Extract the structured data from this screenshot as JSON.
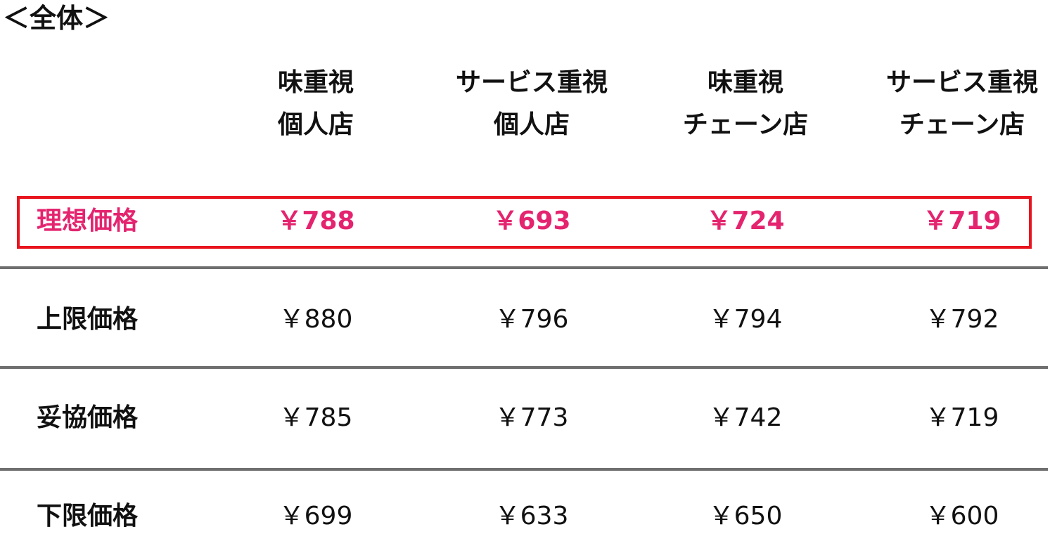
{
  "title": "＜全体＞",
  "colors": {
    "highlight_text": "#e4246f",
    "highlight_border": "#e8141e",
    "separator": "#6f6f6f"
  },
  "chart_data": {
    "type": "table",
    "title": "＜全体＞",
    "columns": [
      [
        "味重視",
        "個人店"
      ],
      [
        "サービス重視",
        "個人店"
      ],
      [
        "味重視",
        "チェーン店"
      ],
      [
        "サービス重視",
        "チェーン店"
      ]
    ],
    "rows": [
      {
        "label": "理想価格",
        "highlighted": true,
        "values": [
          "￥788",
          "￥693",
          "￥724",
          "￥719"
        ]
      },
      {
        "label": "上限価格",
        "highlighted": false,
        "values": [
          "￥880",
          "￥796",
          "￥794",
          "￥792"
        ]
      },
      {
        "label": "妥協価格",
        "highlighted": false,
        "values": [
          "￥785",
          "￥773",
          "￥742",
          "￥719"
        ]
      },
      {
        "label": "下限価格",
        "highlighted": false,
        "values": [
          "￥699",
          "￥633",
          "￥650",
          "￥600"
        ]
      }
    ]
  }
}
